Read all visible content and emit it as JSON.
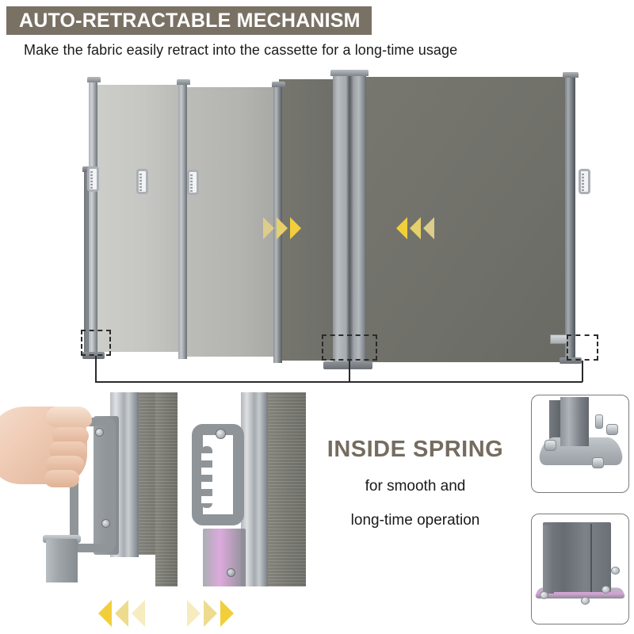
{
  "header": {
    "banner_title": "AUTO-RETRACTABLE MECHANISM",
    "subtitle": "Make the fabric easily retract into the cassette for a long-time usage",
    "banner_bg": "#7a7165",
    "banner_text_color": "#ffffff",
    "subtitle_color": "#1a1a1a"
  },
  "main_scene": {
    "name": "retractable-side-awning-double-screen",
    "fabric_light_color": "#c6c6c2",
    "fabric_mid_color": "#b3b3af",
    "fabric_dark_color": "#70706a",
    "post_color": "#8d9297",
    "arrow_color_bright": "#f2cf3a",
    "arrow_color_mid": "#e6d06a",
    "arrow_color_pale": "#ddcc8a",
    "arrows_left_direction": "right",
    "arrows_right_direction": "left",
    "callout_count": 3,
    "callout_label": "mounting-base"
  },
  "details": {
    "hand_pull": "hand-pulling-handle-photo",
    "handle_closeup": "handle-closeup-photo",
    "base_plate": "base-plate-with-bolts-photo",
    "cassette_base": "double-cassette-base-photo"
  },
  "spring": {
    "title": "INSIDE SPRING",
    "line1": "for smooth and",
    "line2": "long-time operation",
    "title_color": "#756c60",
    "line_color": "#1a1a1a"
  },
  "bottom_arrows": {
    "left_direction": "left",
    "right_direction": "right",
    "bright": "#f2cf3a",
    "mid": "#eddc8e",
    "pale": "#f7ecc0"
  }
}
